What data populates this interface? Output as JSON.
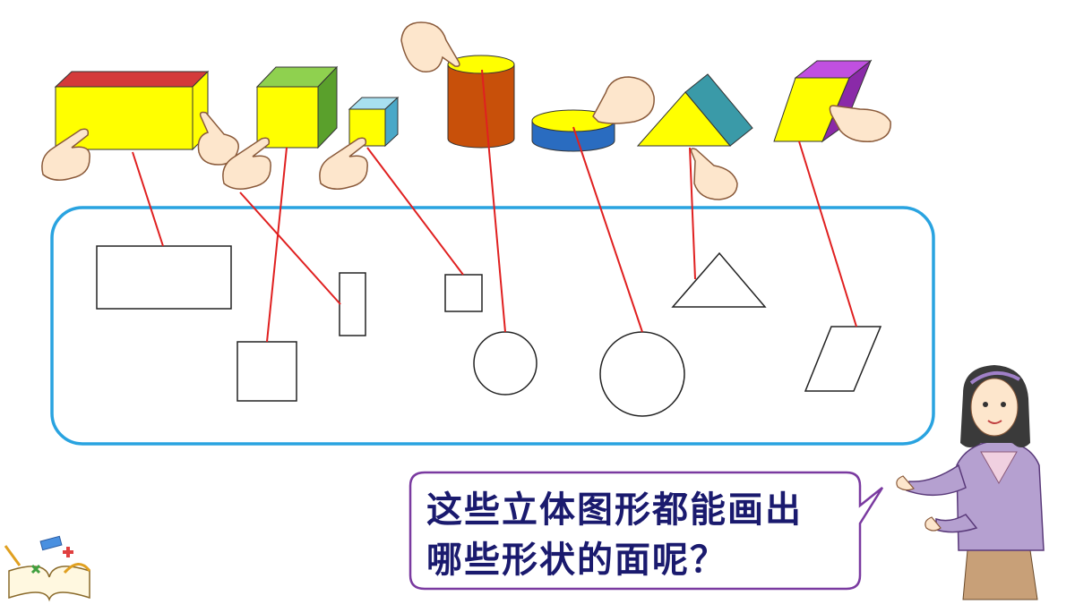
{
  "question": {
    "line1": "这些立体图形都能画出",
    "line2": "哪些形状的面呢？"
  },
  "solids": [
    {
      "name": "cuboid",
      "color_front": "#ffff00",
      "color_top": "#d43a3a",
      "color_side": "#ffff00"
    },
    {
      "name": "cube",
      "color_front": "#ffff00",
      "color_top": "#8fd14f",
      "color_side": "#5aa02c"
    },
    {
      "name": "small-cube",
      "color_front": "#ffff00",
      "color_top": "#a8e0f0",
      "color_side": "#4aa8c8"
    },
    {
      "name": "tall-cylinder",
      "color_body": "#c8500a",
      "color_top": "#ffff00"
    },
    {
      "name": "short-cylinder",
      "color_body": "#2a6cc0",
      "color_top": "#ffff00"
    },
    {
      "name": "triangular-prism",
      "color_front": "#ffff00",
      "color_side": "#3a9aa8"
    },
    {
      "name": "parallelepiped",
      "color_front": "#ffff00",
      "color_top": "#c050e0",
      "color_side": "#8a2aa8"
    }
  ],
  "colors": {
    "box_border": "#29a3e0",
    "line": "#e02020",
    "bubble_border": "#7a3aa0",
    "text": "#1a1a6e"
  }
}
